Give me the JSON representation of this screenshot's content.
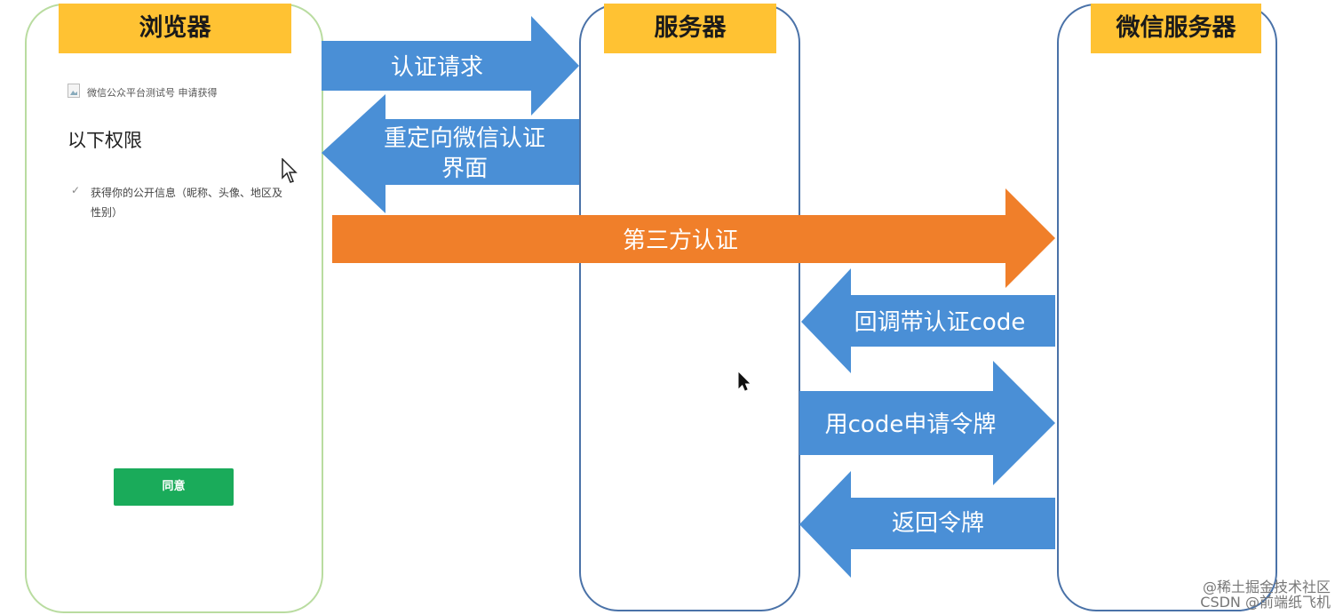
{
  "lanes": {
    "browser": "浏览器",
    "server": "服务器",
    "wechat": "微信服务器"
  },
  "browser_panel": {
    "app_title": "微信公众平台测试号 申请获得",
    "permission_heading": "以下权限",
    "permission_item": "获得你的公开信息（昵称、头像、地区及性别）",
    "agree_button": "同意"
  },
  "arrows": [
    {
      "label": "认证请求",
      "from": "browser",
      "to": "server",
      "color": "#4a8fd6"
    },
    {
      "label_lines": [
        "重定向微信认证",
        "界面"
      ],
      "from": "server",
      "to": "browser",
      "color": "#4a8fd6"
    },
    {
      "label": "第三方认证",
      "from": "browser",
      "to": "wechat",
      "color": "#f07f2a"
    },
    {
      "label": "回调带认证code",
      "from": "wechat",
      "to": "server",
      "color": "#4a8fd6"
    },
    {
      "label": "用code申请令牌",
      "from": "server",
      "to": "wechat",
      "color": "#4a8fd6"
    },
    {
      "label": "返回令牌",
      "from": "wechat",
      "to": "server",
      "color": "#4a8fd6"
    }
  ],
  "watermark": {
    "line1": "@稀土掘金技术社区",
    "line2": "CSDN @前端纸飞机"
  }
}
